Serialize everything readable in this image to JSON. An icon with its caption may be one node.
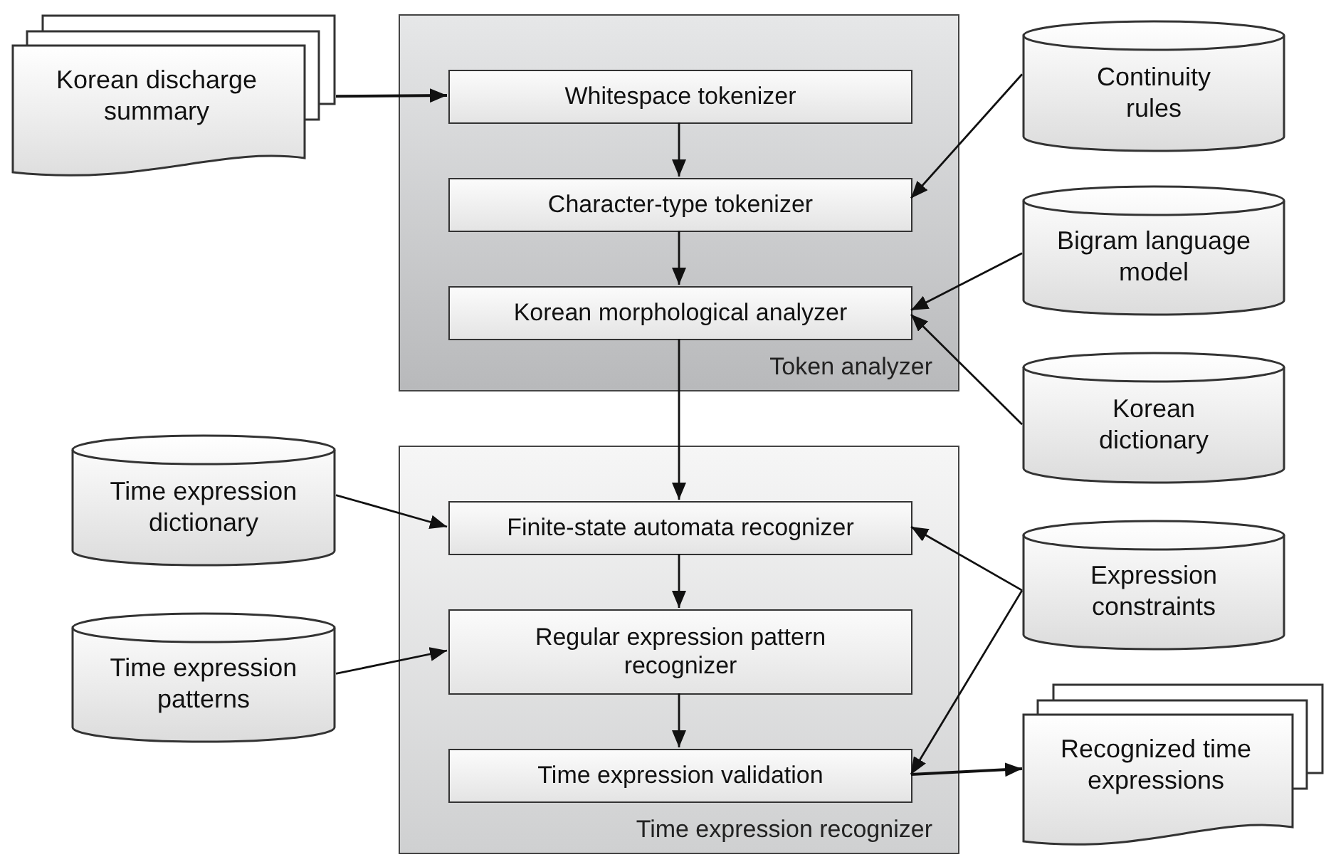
{
  "diagram": {
    "nodes": [
      {
        "text": [
          "Korean discharge summary"
        ]
      },
      {
        "text": [
          "Token analyzer"
        ]
      },
      {
        "text": [
          "Whitespace tokenizer"
        ],
        "in": 1
      },
      {
        "text": [
          "Character-type tokenizer"
        ],
        "in": 1
      },
      {
        "text": [
          "Korean morphological analyzer"
        ],
        "in": 1
      },
      {
        "text": [
          "Continuity rules"
        ]
      },
      {
        "text": [
          "Bigram language model"
        ]
      },
      {
        "text": [
          "Korean dictionary"
        ]
      },
      {
        "text": [
          "Time expression dictionary"
        ]
      },
      {
        "text": [
          "Time expression recognizer"
        ]
      },
      {
        "text": [
          "Finite-state automata recognizer"
        ],
        "in": 9
      },
      {
        "text": [
          "Regular expression pattern recognizer"
        ],
        "in": 9
      },
      {
        "text": [
          "Time expression validation"
        ],
        "in": 9
      },
      {
        "text": [
          "Time expression patterns"
        ]
      },
      {
        "text": [
          "Expression constraints"
        ]
      },
      {
        "text": [
          "Recognized time expressions"
        ]
      }
    ],
    "edges": [
      {
        "from": 0,
        "to": 2,
        "arrow": "to"
      },
      {
        "from": 2,
        "to": 3,
        "arrow": "to"
      },
      {
        "from": 3,
        "to": 4,
        "arrow": "to"
      },
      {
        "from": 5,
        "to": 3,
        "arrow": "to"
      },
      {
        "from": 6,
        "to": 4,
        "arrow": "to"
      },
      {
        "from": 7,
        "to": 4,
        "arrow": "to"
      },
      {
        "from": 4,
        "to": 10,
        "arrow": "to"
      },
      {
        "from": 8,
        "to": 10,
        "arrow": "to"
      },
      {
        "from": 10,
        "to": 11,
        "arrow": "to"
      },
      {
        "from": 13,
        "to": 11,
        "arrow": "to"
      },
      {
        "from": 11,
        "to": 12,
        "arrow": "to"
      },
      {
        "from": 14,
        "to": 10,
        "arrow": "to"
      },
      {
        "from": 14,
        "to": 12,
        "arrow": "to"
      },
      {
        "from": 12,
        "to": 15,
        "arrow": "to"
      }
    ]
  }
}
